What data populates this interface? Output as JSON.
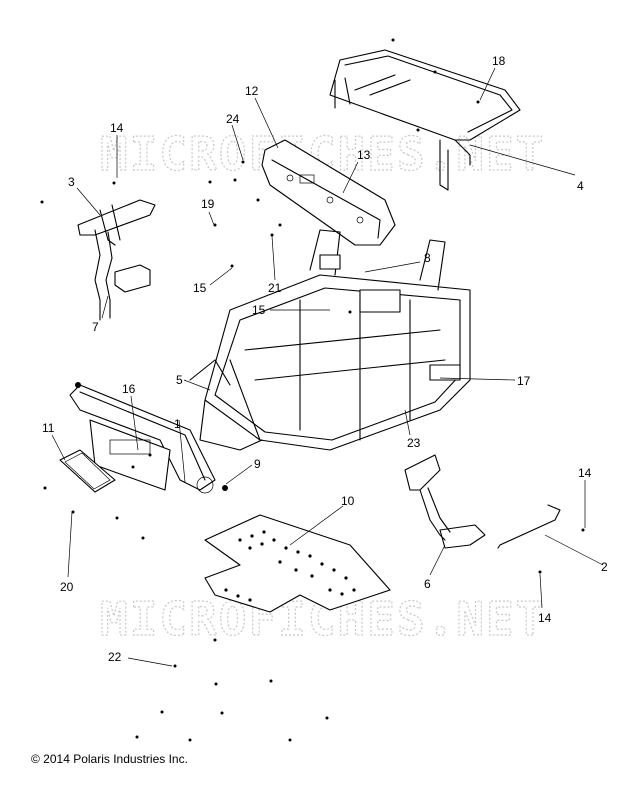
{
  "watermark": "MICROFICHES.NET",
  "copyright": "© 2014 Polaris Industries Inc.",
  "callouts": {
    "c1": "1",
    "c2": "2",
    "c3": "3",
    "c4": "4",
    "c5": "5",
    "c6": "6",
    "c7": "7",
    "c8": "8",
    "c9": "9",
    "c10": "10",
    "c11": "11",
    "c12": "12",
    "c13": "13",
    "c14a": "14",
    "c14b": "14",
    "c14c": "14",
    "c15a": "15",
    "c15b": "15",
    "c16": "16",
    "c17": "17",
    "c18": "18",
    "c19": "19",
    "c20": "20",
    "c21": "21",
    "c22": "22",
    "c23": "23",
    "c24": "24"
  }
}
